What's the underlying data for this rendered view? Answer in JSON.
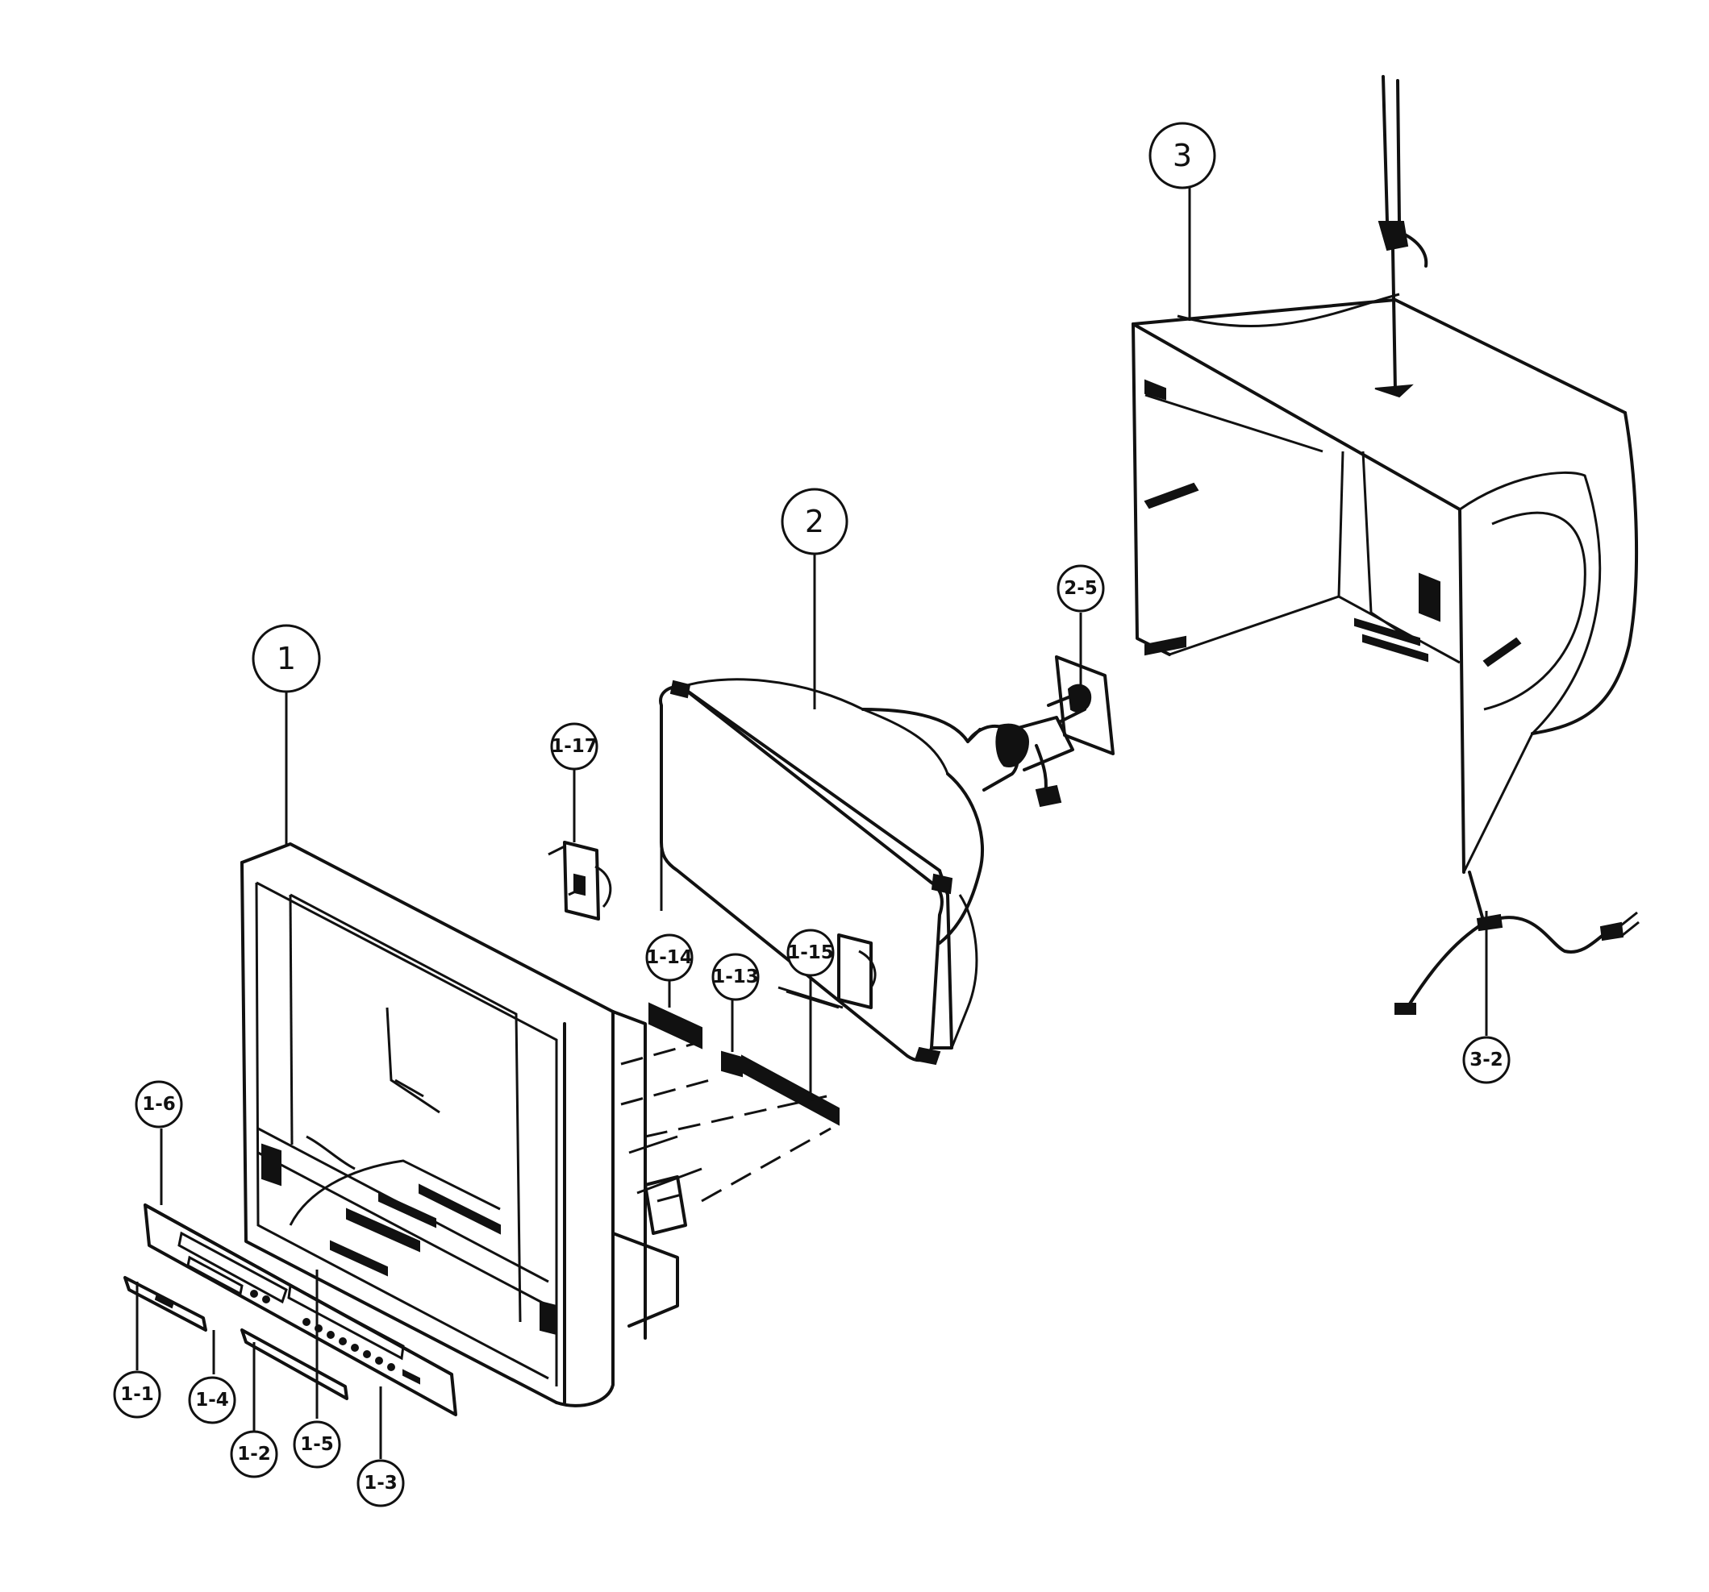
{
  "callouts": {
    "part_1": "1",
    "part_2": "2",
    "part_3": "3",
    "part_1_1": "1-1",
    "part_1_2": "1-2",
    "part_1_3": "1-3",
    "part_1_4": "1-4",
    "part_1_5": "1-5",
    "part_1_6": "1-6",
    "part_1_13": "1-13",
    "part_1_14": "1-14",
    "part_1_15": "1-15",
    "part_1_17": "1-17",
    "part_2_5": "2-5",
    "part_3_2": "3-2"
  }
}
